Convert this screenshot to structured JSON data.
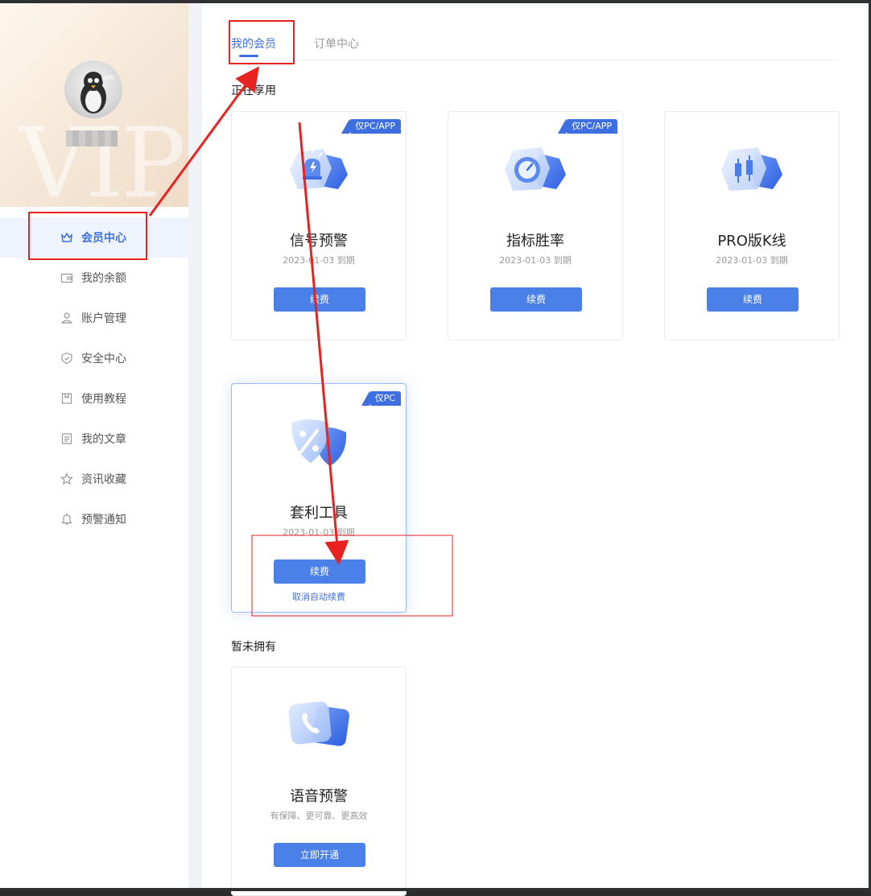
{
  "sidebar": {
    "watermark": "VIP",
    "nav": [
      {
        "label": "会员中心",
        "icon": "crown-icon",
        "active": true
      },
      {
        "label": "我的余额",
        "icon": "wallet-icon"
      },
      {
        "label": "账户管理",
        "icon": "user-icon"
      },
      {
        "label": "安全中心",
        "icon": "shield-icon"
      },
      {
        "label": "使用教程",
        "icon": "bookmark-icon"
      },
      {
        "label": "我的文章",
        "icon": "article-icon"
      },
      {
        "label": "资讯收藏",
        "icon": "star-icon"
      },
      {
        "label": "预警通知",
        "icon": "bell-icon"
      }
    ]
  },
  "tabs": [
    {
      "label": "我的会员",
      "active": true
    },
    {
      "label": "订单中心",
      "active": false
    }
  ],
  "sections": {
    "active_title": "正在享用",
    "inactive_title": "暂未拥有"
  },
  "cards": [
    {
      "name": "信号预警",
      "badge": "仅PC/APP",
      "sub": "2023-01-03 到期",
      "button": "续费",
      "icon": "siren-icon"
    },
    {
      "name": "指标胜率",
      "badge": "仅PC/APP",
      "sub": "2023-01-03 到期",
      "button": "续费",
      "icon": "gauge-icon"
    },
    {
      "name": "PRO版K线",
      "badge": "",
      "sub": "2023-01-03 到期",
      "button": "续费",
      "icon": "candlestick-icon"
    },
    {
      "name": "套利工具",
      "badge": "仅PC",
      "sub": "2023-01-03 到期",
      "button": "续费",
      "link": "取消自动续费",
      "icon": "percent-shield-icon"
    },
    {
      "name": "语音预警",
      "badge": "",
      "sub": "有保障、更可靠、更高效",
      "button": "立即开通",
      "icon": "phone-icon"
    }
  ],
  "colors": {
    "accent": "#3d6fe0",
    "button": "#4a80e8",
    "annotation": "#e8231f"
  }
}
